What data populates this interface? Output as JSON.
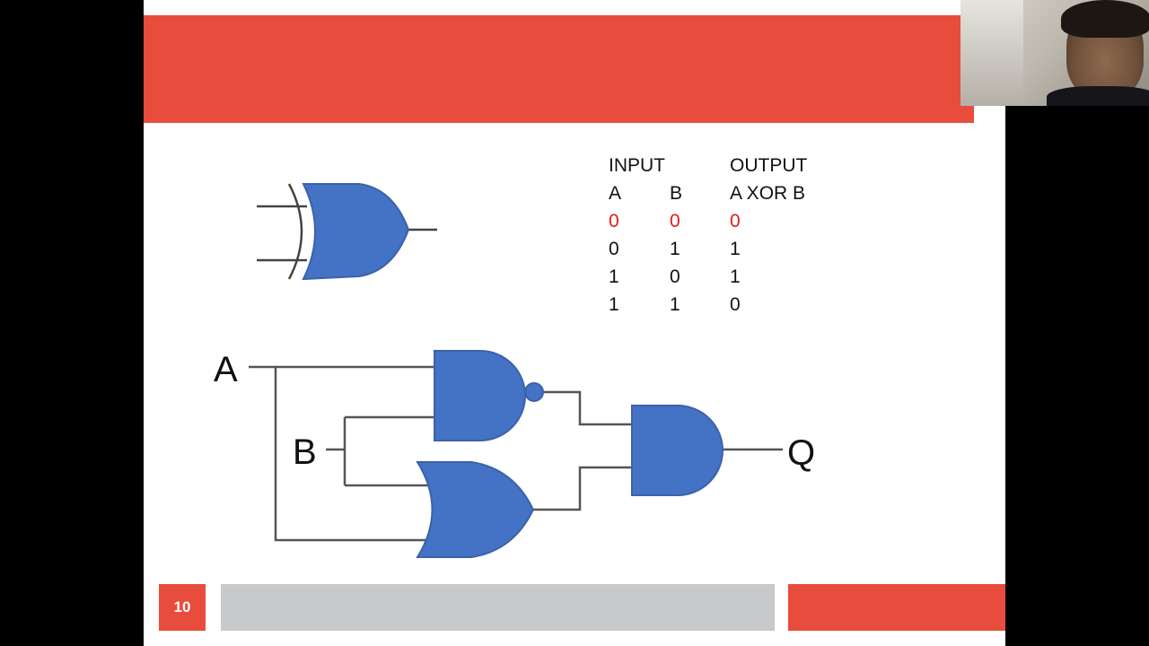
{
  "truth_table": {
    "header": [
      "INPUT",
      "",
      "OUTPUT"
    ],
    "subheader": [
      "A",
      "B",
      "A XOR B"
    ],
    "rows": [
      [
        "0",
        "0",
        "0"
      ],
      [
        "0",
        "1",
        "1"
      ],
      [
        "1",
        "0",
        "1"
      ],
      [
        "1",
        "1",
        "0"
      ]
    ],
    "highlight_color": "#e11b1b"
  },
  "circuit": {
    "input_a": "A",
    "input_b": "B",
    "output_q": "Q",
    "gate_color": "#4472c4"
  },
  "footer": {
    "page_number": "10"
  },
  "colors": {
    "accent_red": "#e84c3d",
    "footer_gray": "#c8c9cb"
  }
}
